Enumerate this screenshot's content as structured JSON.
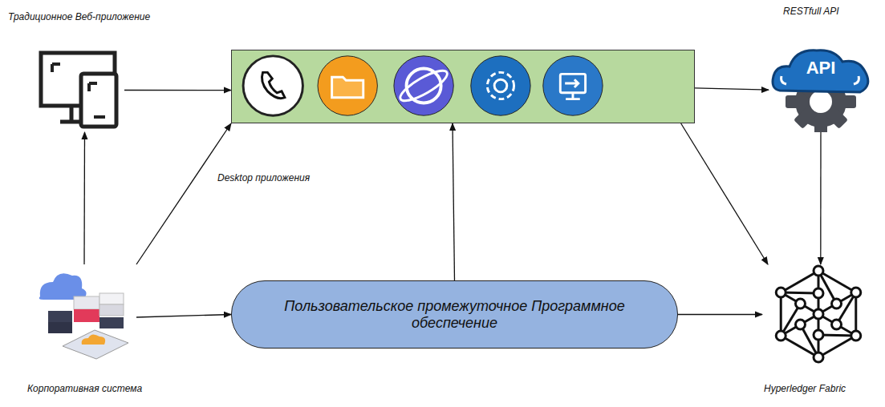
{
  "diagram": {
    "nodes": [
      {
        "text": [
          "Традиционное Веб-приложение"
        ]
      },
      {
        "text": [
          "Desktop приложения"
        ]
      },
      {
        "text": [
          "RESTfull API"
        ]
      },
      {
        "text": [
          "Корпоративная система"
        ]
      },
      {
        "text": [
          "Пользовательское промежуточное Программное обеспечение"
        ]
      },
      {
        "text": [
          "Hyperledger Fabric"
        ]
      }
    ],
    "edges": [
      {
        "from": 0,
        "to": 1,
        "arrow": "to"
      },
      {
        "from": 3,
        "to": 0,
        "arrow": "to"
      },
      {
        "from": 3,
        "to": 1,
        "arrow": "to"
      },
      {
        "from": 3,
        "to": 4,
        "arrow": "to"
      },
      {
        "from": 4,
        "to": 1,
        "arrow": "to"
      },
      {
        "from": 1,
        "to": 2,
        "arrow": "to"
      },
      {
        "from": 1,
        "to": 5,
        "arrow": "to"
      },
      {
        "from": 2,
        "to": 5,
        "arrow": "to"
      },
      {
        "from": 4,
        "to": 5,
        "arrow": "to"
      }
    ],
    "labels": [
      "API"
    ]
  }
}
